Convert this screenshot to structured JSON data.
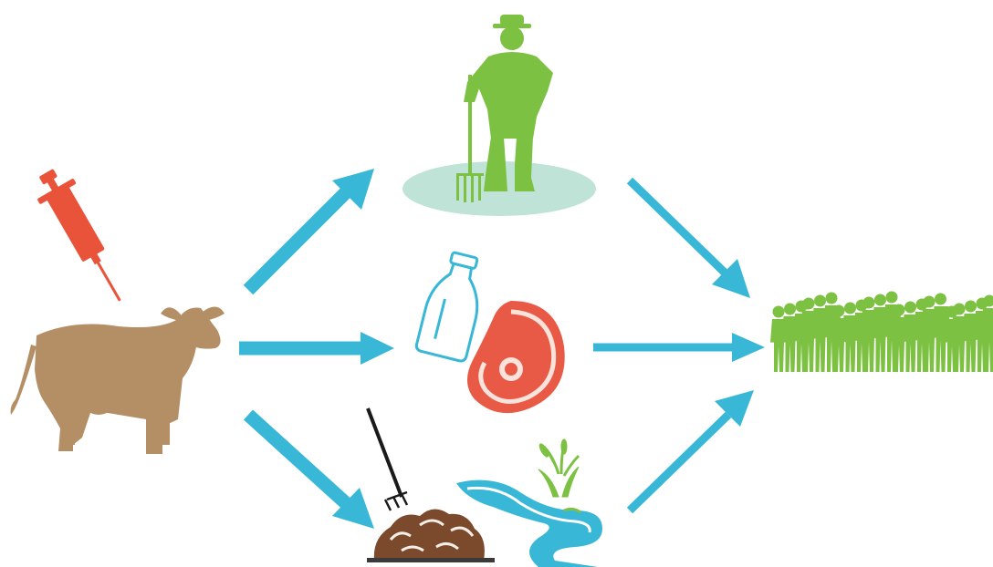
{
  "colors": {
    "arrow": "#39b7d6",
    "cow": "#b48f65",
    "syringe": "#e8533a",
    "farmer": "#7dc143",
    "farmer_shadow": "#bfe3d6",
    "crowd": "#7dc143",
    "meat": "#e85a45",
    "meat_fat": "#fbe3dc",
    "milk_outline": "#39b7d6",
    "manure": "#7b4a2c",
    "manure_highlight": "#f3efe7",
    "pitchfork": "#1a1a1a",
    "water": "#39b7d6",
    "reed": "#7dc143"
  },
  "nodes": [
    {
      "id": "cow",
      "icon": "cow-icon"
    },
    {
      "id": "syringe",
      "icon": "syringe-icon"
    },
    {
      "id": "farmer",
      "icon": "farmer-icon"
    },
    {
      "id": "food",
      "icon": "milk-and-meat-icon"
    },
    {
      "id": "environment",
      "icon": "manure-and-water-icon"
    },
    {
      "id": "population",
      "icon": "crowd-icon"
    }
  ],
  "edges": [
    {
      "from": "cow",
      "to": "farmer"
    },
    {
      "from": "cow",
      "to": "food"
    },
    {
      "from": "cow",
      "to": "environment"
    },
    {
      "from": "farmer",
      "to": "population"
    },
    {
      "from": "food",
      "to": "population"
    },
    {
      "from": "environment",
      "to": "population"
    }
  ]
}
